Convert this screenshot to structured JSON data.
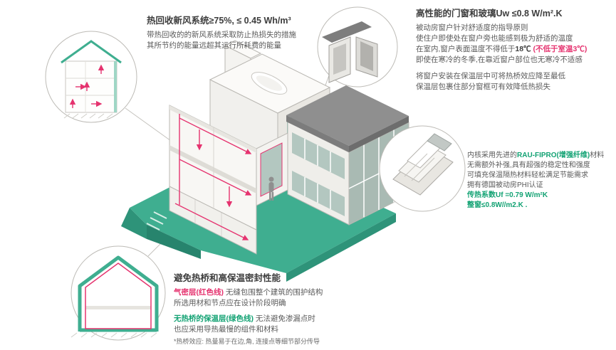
{
  "colors": {
    "teal": "#3fae90",
    "magenta": "#e5336f",
    "green": "#12a273",
    "heading": "#3d3d3d",
    "body_text": "#5a5a5a"
  },
  "sections": {
    "ventilation": {
      "title": "热回收新风系统≥75%, ≤ 0.45 Wh/m³",
      "line1": "带热回收的的新风系统采取防止热损失的措施",
      "line2": "其所节约的能量远超其运行所耗费的能量"
    },
    "windows": {
      "title": "高性能的门窗和玻璃Uw ≤0.8 W/m².K",
      "line1": "被动房窗户针对舒适度的指导原则",
      "line2": "使住户即使处在窗户旁也能感到极为舒适的温度",
      "line3_prefix": "在室内,窗户表面温度不得低于",
      "line3_temp": "18℃",
      "line3_note": " (不低于室温3℃)",
      "line4": "即使在寒冷的冬季,在靠近窗户部位也无寒冷不适感",
      "line5": "将窗户安装在保温层中可将热桥效应降至最低",
      "line6": "保温层包裹住部分窗框可有效降低热损失"
    },
    "profile": {
      "line1_prefix": "内核采用先进的",
      "line1_brand": "RAU-FIPRO(增强纤维)",
      "line1_suffix": "材料",
      "line2": "无需额外补强,具有超强的稳定性和强度",
      "line3": "可填充保温隔热材料轻松满足节能需求",
      "line4": "拥有德国被动房PHI认证",
      "line5": "传热系数Uf =0.79 W/m²K",
      "line6": "整窗≤0.8W//m2.K ."
    },
    "thermal": {
      "title": "避免热桥和高保温密封性能",
      "line1_label": "气密层(红色线)",
      "line1_text": " 无缝包围整个建筑的围护结构",
      "line2": "所选用材和节点应在设计阶段明确",
      "line3_label": "无热桥的保温层(绿色线)",
      "line3_text": " 无法避免渗漏点时",
      "line4": "也应采用导热最慢的组件和材料",
      "line5": "*热桥效应: 热量易于在边,角, 连接点等细节部分传导"
    }
  }
}
